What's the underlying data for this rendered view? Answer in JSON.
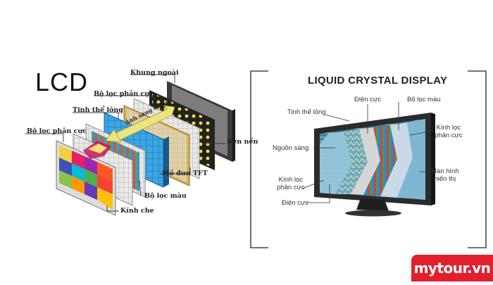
{
  "left": {
    "title": "LCD",
    "labels": {
      "outer_frame": "Khung ngoài",
      "polarizer_top": "Bộ lọc phân cực",
      "liquid_crystal": "Tinh thể lỏng",
      "white_light": "Ánh sáng trắng",
      "polarizer_left": "Bộ lọc phân cực",
      "backlight": "Đèn nền",
      "tft_module": "Mô đun TFT",
      "color_filter": "Bộ lọc màu",
      "cover_glass": "Kính che"
    }
  },
  "right": {
    "title": "LIQUID CRYSTAL DISPLAY",
    "labels": {
      "electrode_top": "Điện cực",
      "color_filter": "Bộ lọc màu",
      "liquid_crystal": "Tinh thể lỏng",
      "polarizer_right": "Kính lọc\nphân cực",
      "light_source": "Nguồn sáng",
      "display_screen": "Màn hình\nhiển thị",
      "polarizer_left": "Kính lọc\nphân cực",
      "electrode_bottom": "Điện cực"
    }
  },
  "brand": "mytour.vn"
}
